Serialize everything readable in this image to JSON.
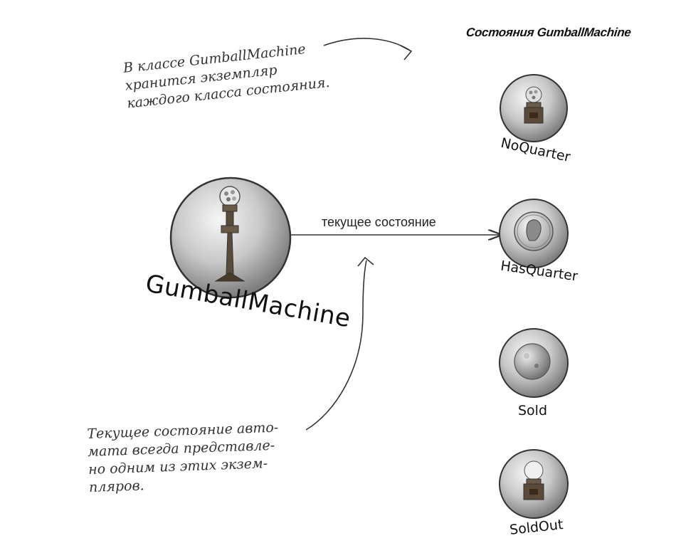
{
  "states_title": "Состояния GumballMachine",
  "top_note": {
    "lines": [
      "В классе GumballMachine",
      "хранится экземпляр",
      "каждого класса состояния."
    ]
  },
  "bottom_note": {
    "lines": [
      "Текущее состояние авто-",
      "мата всегда представле-",
      "но одним из этих экзем-",
      "пляров."
    ]
  },
  "arrow_label": "текущее состояние",
  "main_label": "GumballMachine",
  "states": [
    {
      "label": "NoQuarter",
      "icon": "gumball-machine-icon"
    },
    {
      "label": "HasQuarter",
      "icon": "quarter-coin-icon"
    },
    {
      "label": "Sold",
      "icon": "gumball-icon"
    },
    {
      "label": "SoldOut",
      "icon": "empty-gumball-machine-icon"
    }
  ],
  "colors": {
    "ink": "#222222",
    "sphere_light": "#f4f4f4",
    "sphere_dark": "#8a8a8a",
    "bronze": "#5a4a3a"
  }
}
